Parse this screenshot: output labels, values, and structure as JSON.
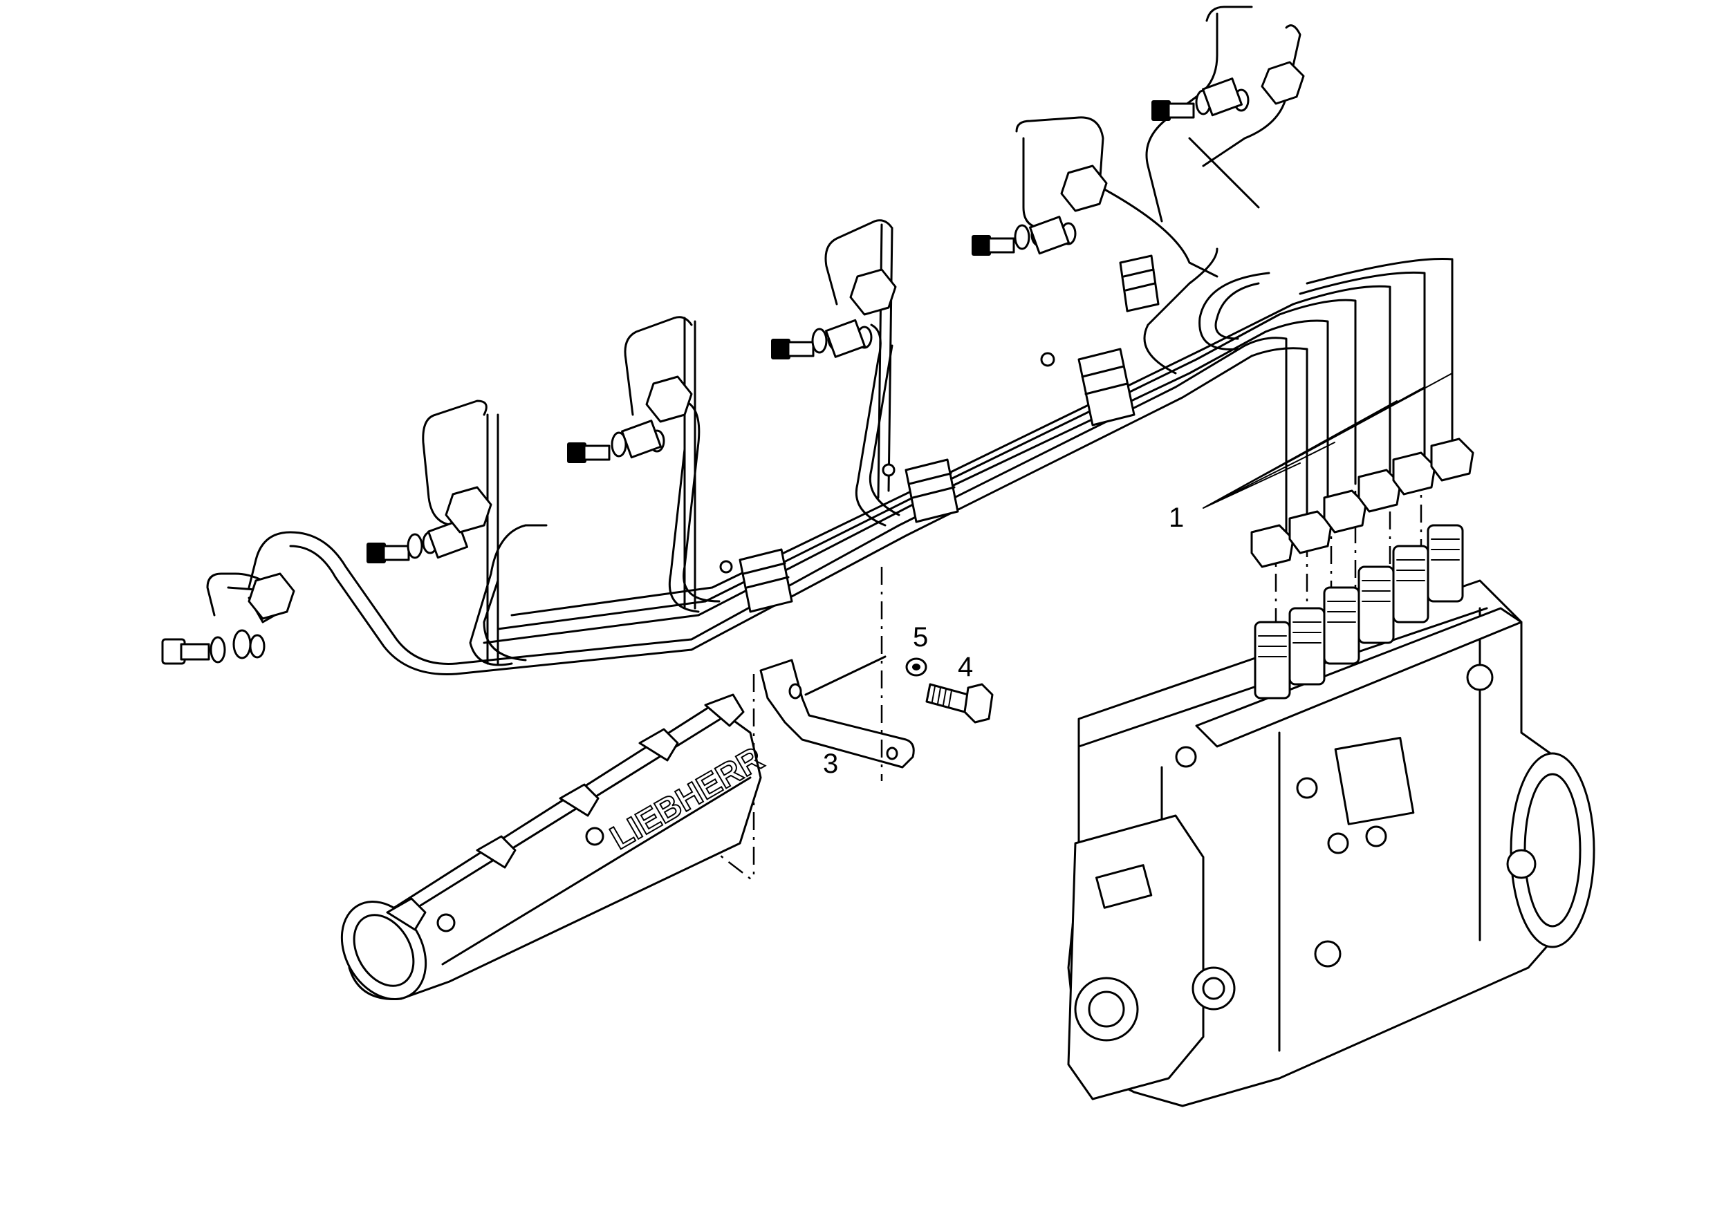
{
  "diagram": {
    "callouts": [
      {
        "id": "fuel-lines",
        "label": "1"
      },
      {
        "id": "bracket",
        "label": "3"
      },
      {
        "id": "bolt",
        "label": "4"
      },
      {
        "id": "washer",
        "label": "5"
      }
    ],
    "stamp_text": "LIEBHERR"
  }
}
